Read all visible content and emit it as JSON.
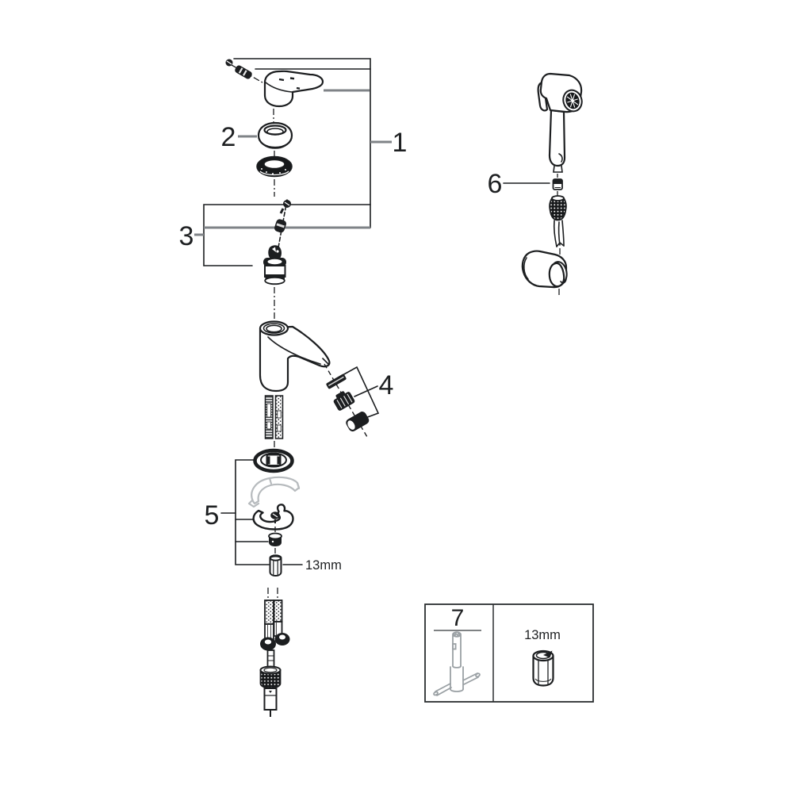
{
  "callouts": {
    "n1": "1",
    "n2": "2",
    "n3": "3",
    "n4": "4",
    "n5": "5",
    "n6": "6",
    "n7": "7"
  },
  "annotations": {
    "hex_nut_size": "13mm",
    "toolbox_nut_size": "13mm"
  },
  "colors": {
    "ink": "#1c1e20",
    "muted_line": "#7f8387",
    "ghost_part": "#b7bbbe",
    "tool_gray": "#9aa0a4",
    "background": "#ffffff"
  }
}
